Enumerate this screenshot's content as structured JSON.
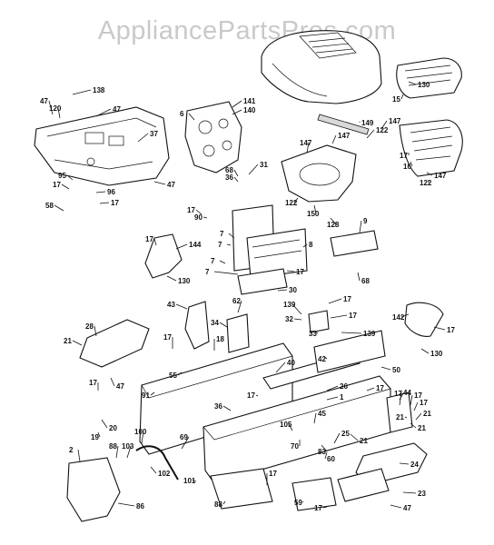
{
  "watermark": "AppliancePartsPros.com",
  "callouts": [
    {
      "id": "c1",
      "label": "138"
    },
    {
      "id": "c2",
      "label": "47"
    },
    {
      "id": "c3",
      "label": "120"
    },
    {
      "id": "c4",
      "label": "47"
    },
    {
      "id": "c5",
      "label": "37"
    },
    {
      "id": "c6",
      "label": "95"
    },
    {
      "id": "c7",
      "label": "17"
    },
    {
      "id": "c8",
      "label": "96"
    },
    {
      "id": "c9",
      "label": "47"
    },
    {
      "id": "c10",
      "label": "17"
    },
    {
      "id": "c11",
      "label": "58"
    },
    {
      "id": "c12",
      "label": "6"
    },
    {
      "id": "c13",
      "label": "141"
    },
    {
      "id": "c14",
      "label": "140"
    },
    {
      "id": "c15",
      "label": "130"
    },
    {
      "id": "c16",
      "label": "15"
    },
    {
      "id": "c17",
      "label": "149"
    },
    {
      "id": "c18",
      "label": "147"
    },
    {
      "id": "c19",
      "label": "122"
    },
    {
      "id": "c20",
      "label": "147"
    },
    {
      "id": "c21",
      "label": "147"
    },
    {
      "id": "c22",
      "label": "17"
    },
    {
      "id": "c23",
      "label": "16"
    },
    {
      "id": "c24",
      "label": "147"
    },
    {
      "id": "c25",
      "label": "122"
    },
    {
      "id": "c26",
      "label": "68"
    },
    {
      "id": "c27",
      "label": "31"
    },
    {
      "id": "c28",
      "label": "36"
    },
    {
      "id": "c29",
      "label": "122"
    },
    {
      "id": "c30",
      "label": "150"
    },
    {
      "id": "c31",
      "label": "128"
    },
    {
      "id": "c32",
      "label": "17"
    },
    {
      "id": "c33",
      "label": "90"
    },
    {
      "id": "c34",
      "label": "7"
    },
    {
      "id": "c35",
      "label": "9"
    },
    {
      "id": "c36",
      "label": "7"
    },
    {
      "id": "c37",
      "label": "8"
    },
    {
      "id": "c38",
      "label": "17"
    },
    {
      "id": "c39",
      "label": "144"
    },
    {
      "id": "c40",
      "label": "7"
    },
    {
      "id": "c41",
      "label": "7"
    },
    {
      "id": "c42",
      "label": "17"
    },
    {
      "id": "c43",
      "label": "30"
    },
    {
      "id": "c44",
      "label": "68"
    },
    {
      "id": "c45",
      "label": "130"
    },
    {
      "id": "c46",
      "label": "43"
    },
    {
      "id": "c47",
      "label": "62"
    },
    {
      "id": "c48",
      "label": "139"
    },
    {
      "id": "c49",
      "label": "17"
    },
    {
      "id": "c50",
      "label": "32"
    },
    {
      "id": "c51",
      "label": "17"
    },
    {
      "id": "c52",
      "label": "142"
    },
    {
      "id": "c53",
      "label": "34"
    },
    {
      "id": "c54",
      "label": "33"
    },
    {
      "id": "c55",
      "label": "139"
    },
    {
      "id": "c56",
      "label": "17"
    },
    {
      "id": "c57",
      "label": "28"
    },
    {
      "id": "c58",
      "label": "21"
    },
    {
      "id": "c59",
      "label": "18"
    },
    {
      "id": "c60",
      "label": "17"
    },
    {
      "id": "c61",
      "label": "130"
    },
    {
      "id": "c62",
      "label": "40"
    },
    {
      "id": "c63",
      "label": "42"
    },
    {
      "id": "c64",
      "label": "50"
    },
    {
      "id": "c65",
      "label": "55"
    },
    {
      "id": "c66",
      "label": "17"
    },
    {
      "id": "c67",
      "label": "47"
    },
    {
      "id": "c68",
      "label": "91"
    },
    {
      "id": "c69",
      "label": "17"
    },
    {
      "id": "c70",
      "label": "26"
    },
    {
      "id": "c71",
      "label": "1"
    },
    {
      "id": "c72",
      "label": "17"
    },
    {
      "id": "c73",
      "label": "44"
    },
    {
      "id": "c74",
      "label": "17"
    },
    {
      "id": "c75",
      "label": "17"
    },
    {
      "id": "c76",
      "label": "17"
    },
    {
      "id": "c77",
      "label": "36"
    },
    {
      "id": "c78",
      "label": "20"
    },
    {
      "id": "c79",
      "label": "100"
    },
    {
      "id": "c80",
      "label": "45"
    },
    {
      "id": "c81",
      "label": "21"
    },
    {
      "id": "c82",
      "label": "21"
    },
    {
      "id": "c83",
      "label": "21"
    },
    {
      "id": "c84",
      "label": "19"
    },
    {
      "id": "c85",
      "label": "2"
    },
    {
      "id": "c86",
      "label": "88"
    },
    {
      "id": "c87",
      "label": "103"
    },
    {
      "id": "c88",
      "label": "69"
    },
    {
      "id": "c89",
      "label": "105"
    },
    {
      "id": "c90",
      "label": "70"
    },
    {
      "id": "c91",
      "label": "21"
    },
    {
      "id": "c92",
      "label": "25"
    },
    {
      "id": "c93",
      "label": "83"
    },
    {
      "id": "c94",
      "label": "60"
    },
    {
      "id": "c95",
      "label": "102"
    },
    {
      "id": "c96",
      "label": "101"
    },
    {
      "id": "c97",
      "label": "24"
    },
    {
      "id": "c98",
      "label": "17"
    },
    {
      "id": "c99",
      "label": "86"
    },
    {
      "id": "c100",
      "label": "88"
    },
    {
      "id": "c101",
      "label": "59"
    },
    {
      "id": "c102",
      "label": "17"
    },
    {
      "id": "c103",
      "label": "23"
    },
    {
      "id": "c104",
      "label": "47"
    }
  ]
}
